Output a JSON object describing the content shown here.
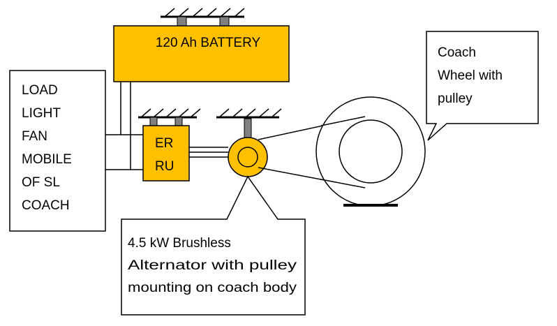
{
  "colors": {
    "component_fill": "#FFC000",
    "stroke": "#000000",
    "background": "#FFFFFF",
    "terminal": "#808080"
  },
  "battery": {
    "label": "120 Ah BATTERY"
  },
  "regulator": {
    "lines": [
      "ER",
      "RU"
    ]
  },
  "load": {
    "lines": [
      "LOAD",
      "LIGHT",
      "FAN",
      "MOBILE",
      "OF SL",
      "COACH"
    ]
  },
  "wheel_callout": {
    "lines": [
      "Coach",
      "Wheel with",
      "pulley"
    ]
  },
  "alternator_callout": {
    "lines": [
      "4.5 kW Brushless",
      "Alternator with pulley",
      "mounting on coach body"
    ]
  }
}
